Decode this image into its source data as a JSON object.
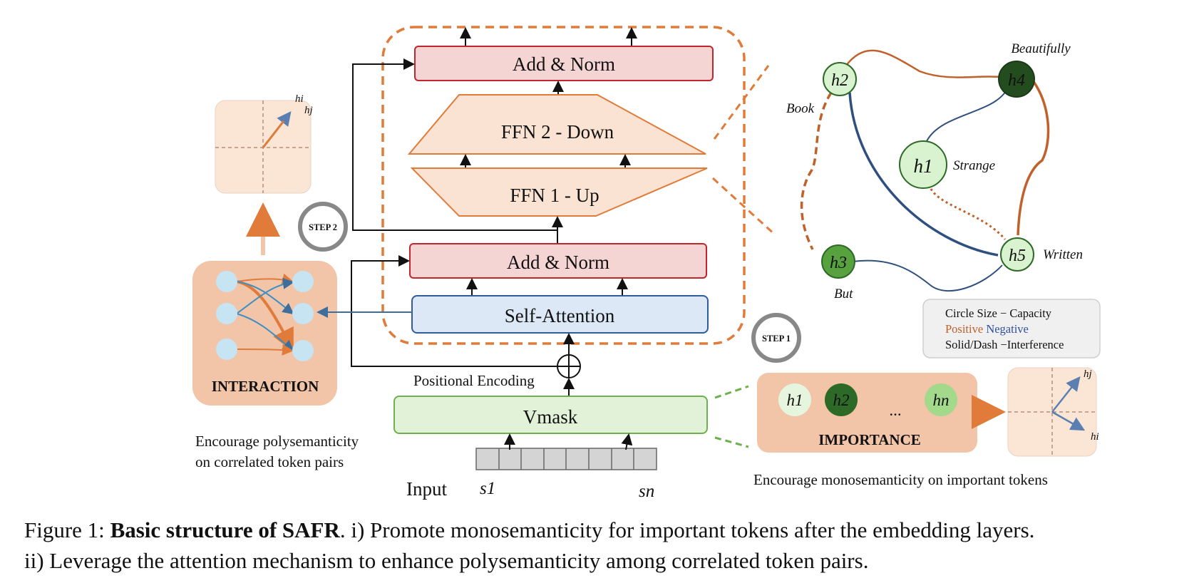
{
  "diagram": {
    "blocks": {
      "add_norm_top": "Add & Norm",
      "ffn2": "FFN 2 - Down",
      "ffn1": "FFN 1 - Up",
      "add_norm_bottom": "Add & Norm",
      "self_attention": "Self-Attention",
      "positional_encoding": "Positional Encoding",
      "vmask": "Vmask",
      "input": "Input",
      "token_first": "s1",
      "token_last": "sn"
    },
    "steps": {
      "step1": "STEP 1",
      "step2": "STEP 2"
    },
    "interaction": {
      "title": "INTERACTION",
      "note_line1": "Encourage polysemanticity",
      "note_line2": "on correlated token pairs",
      "vector_labels": [
        "hi",
        "hj"
      ]
    },
    "importance": {
      "title": "IMPORTANCE",
      "nodes": [
        "h1",
        "h2",
        "...",
        "hn"
      ],
      "note": "Encourage monosemanticity on important tokens",
      "vector_labels": [
        "hj",
        "hi"
      ]
    },
    "graph": {
      "nodes": [
        {
          "id": "h2",
          "word": "Book",
          "fill": "#d9f2d0"
        },
        {
          "id": "h4",
          "word": "Beautifully",
          "fill": "#234d1f"
        },
        {
          "id": "h1",
          "word": "Strange",
          "fill": "#d9f2d0"
        },
        {
          "id": "h3",
          "word": "But",
          "fill": "#58a13f"
        },
        {
          "id": "h5",
          "word": "Written",
          "fill": "#d9f2d0"
        }
      ],
      "legend": {
        "line1": "Circle Size − Capacity",
        "positive": "Positive",
        "negative": "Negative",
        "line3": "Solid/Dash −Interference"
      }
    },
    "colors": {
      "positive": "#c0612b",
      "negative": "#2f4f7f",
      "dashed_box": "#e07b39",
      "add_norm_fill": "#f5d5d3",
      "add_norm_stroke": "#c0262b",
      "ffn_fill": "#fbe3d3",
      "attn_fill": "#dde8f6",
      "vmask_fill": "#e2f2d9",
      "panel_fill": "#f2c4a8"
    }
  },
  "caption": {
    "prefix": "Figure 1: ",
    "bold": "Basic structure of SAFR",
    "rest_line1": ". i) Promote monosemanticity for important tokens after the embedding layers.",
    "line2": "ii) Leverage the attention mechanism to enhance polysemanticity among correlated token pairs."
  }
}
